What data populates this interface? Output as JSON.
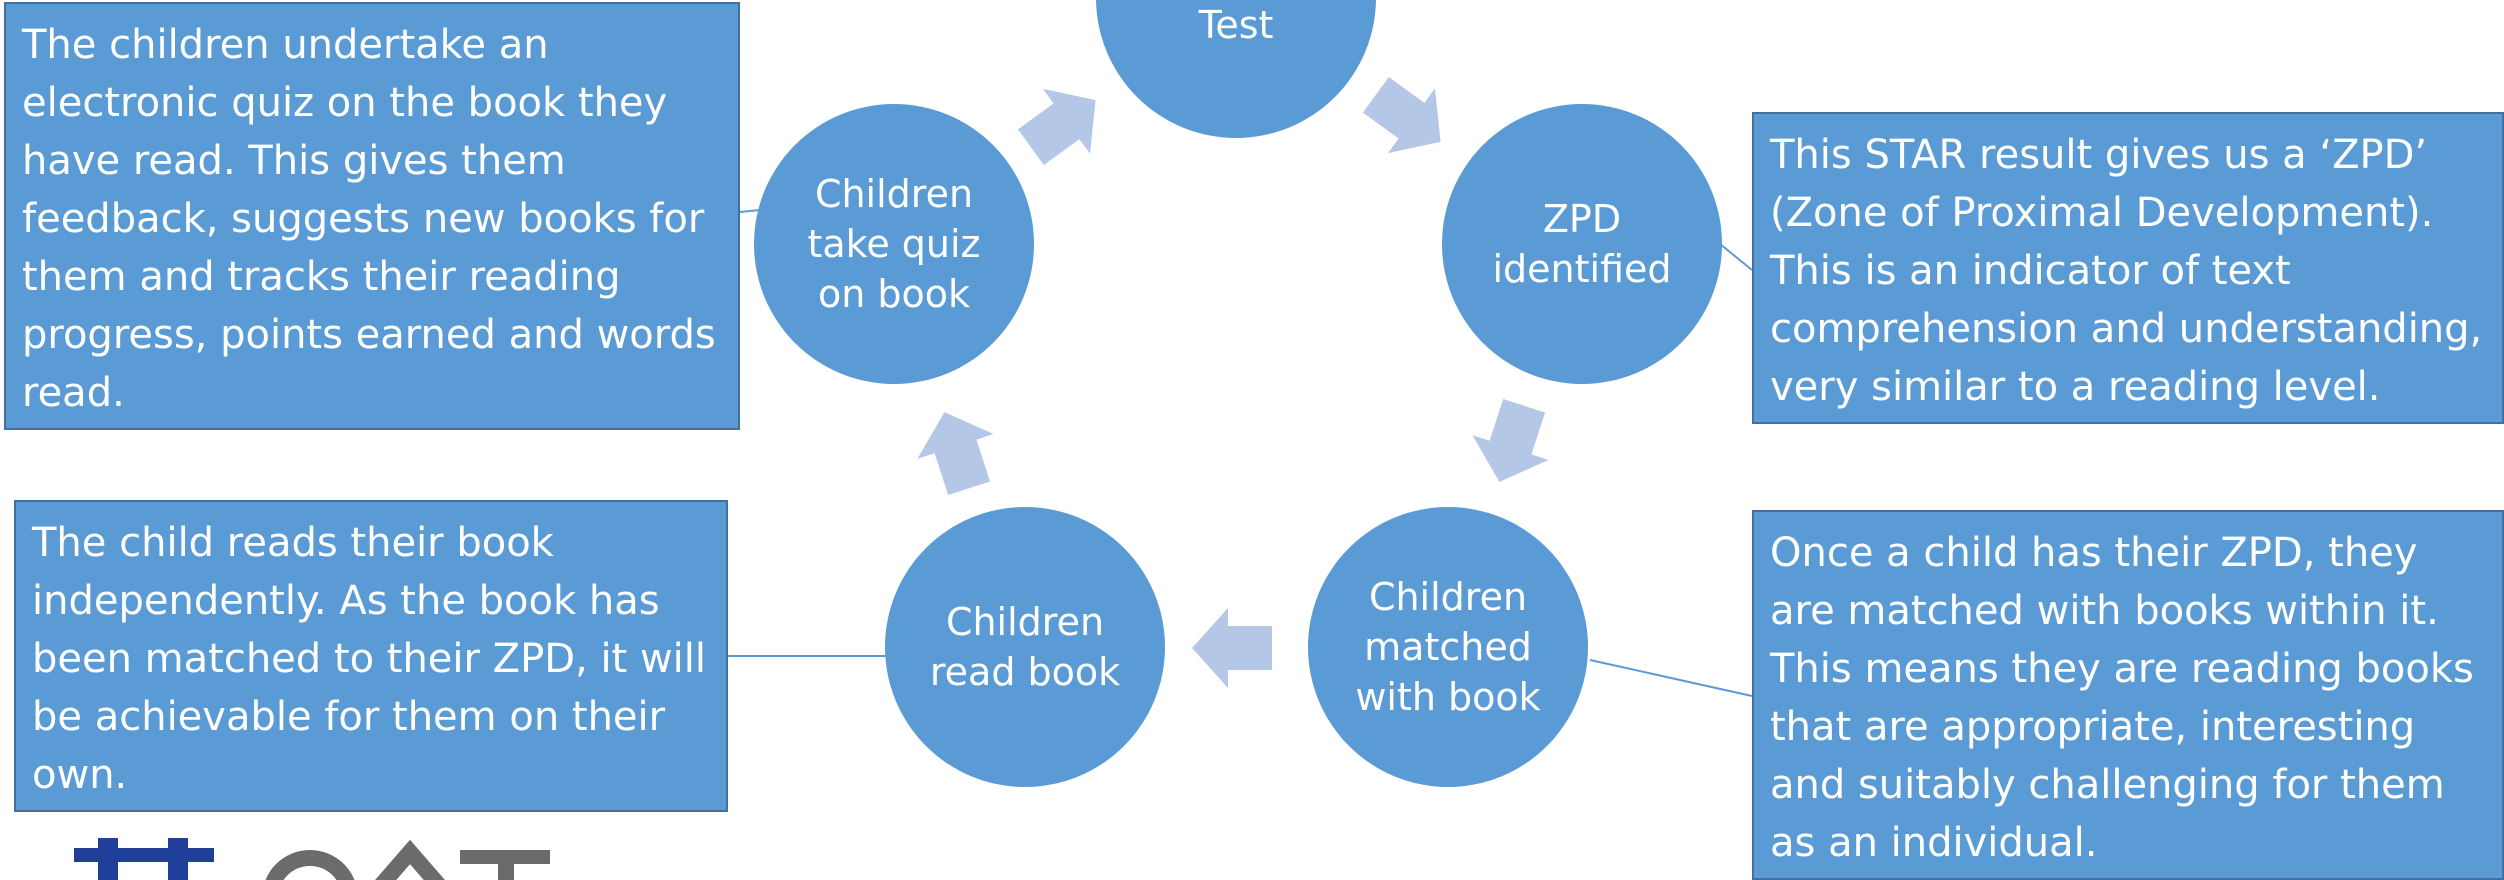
{
  "colors": {
    "node_fill": "#5b9bd5",
    "box_fill": "#5b9bd5",
    "box_border": "#41719c",
    "arrow_fill": "#b4c7e7",
    "connector": "#5b9bd5",
    "logo_blue": "#1f3f99",
    "logo_grey": "#6b6b6b"
  },
  "cycle": {
    "nodes": [
      {
        "id": "test",
        "label": "Test"
      },
      {
        "id": "zpd",
        "label": "ZPD\nidentified"
      },
      {
        "id": "matched",
        "label": "Children\nmatched\nwith book"
      },
      {
        "id": "read",
        "label": "Children\nread book"
      },
      {
        "id": "quiz",
        "label": "Children\ntake quiz\non book"
      }
    ]
  },
  "descriptions": {
    "quiz": "The children undertake an electronic quiz on the book they have read. This gives them feedback, suggests new books for them and tracks their reading progress, points earned and words read.",
    "zpd": "This STAR result gives us a ‘ZPD’ (Zone of Proximal Development). This is an indicator of text comprehension and understanding, very similar to a reading level.",
    "read": "The child reads their book independently. As the book has been matched to their ZPD, it will be achievable for them on their own.",
    "matched": "Once a child has their ZPD, they are matched with books within it. This means they are reading books that are appropriate, interesting and suitably challenging for them as an individual."
  },
  "logo": {
    "name": "school-crest-logo"
  }
}
